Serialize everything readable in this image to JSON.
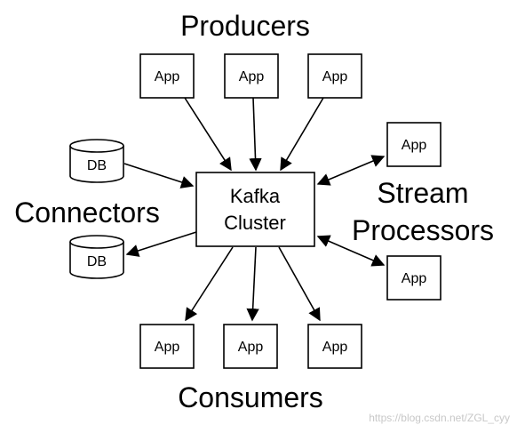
{
  "sections": {
    "producers": "Producers",
    "connectors": "Connectors",
    "stream_line1": "Stream",
    "stream_line2": "Processors",
    "consumers": "Consumers"
  },
  "cluster": {
    "line1": "Kafka",
    "line2": "Cluster"
  },
  "nodes": {
    "app": "App",
    "db": "DB"
  },
  "watermark": "https://blog.csdn.net/ZGL_cyy",
  "colors": {
    "stroke": "#000000",
    "background": "#ffffff",
    "watermark": "#c8c8c8"
  }
}
